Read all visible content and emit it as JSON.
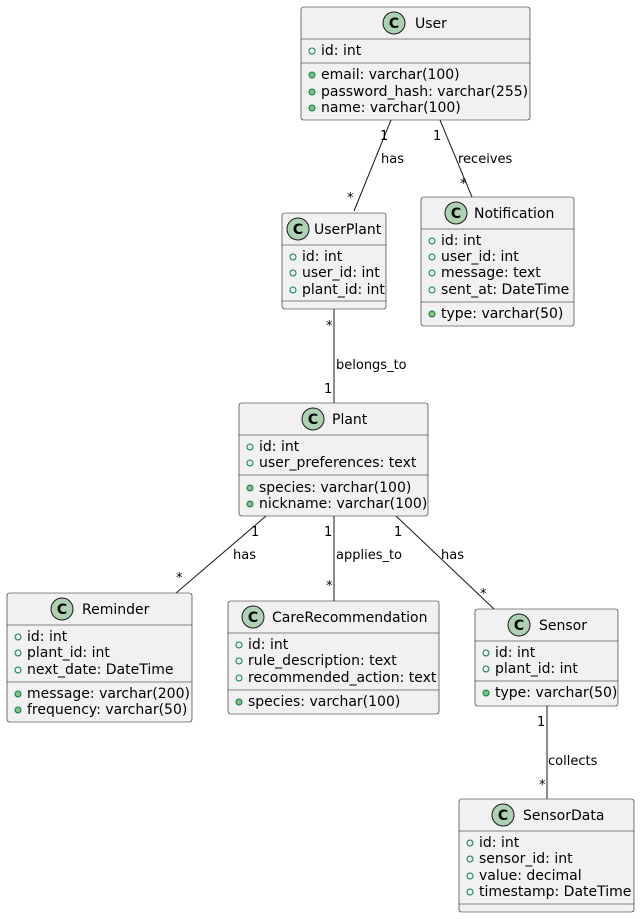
{
  "class_badge": "C",
  "classes": {
    "user": {
      "name": "User",
      "fields": [
        "id: int"
      ],
      "attributes": [
        "email: varchar(100)",
        "password_hash: varchar(255)",
        "name: varchar(100)"
      ]
    },
    "userplant": {
      "name": "UserPlant",
      "fields": [
        "id: int",
        "user_id: int",
        "plant_id: int"
      ],
      "attributes": []
    },
    "notification": {
      "name": "Notification",
      "fields": [
        "id: int",
        "user_id: int",
        "message: text",
        "sent_at: DateTime"
      ],
      "attributes": [
        "type: varchar(50)"
      ]
    },
    "plant": {
      "name": "Plant",
      "fields": [
        "id: int",
        "user_preferences: text"
      ],
      "attributes": [
        "species: varchar(100)",
        "nickname: varchar(100)"
      ]
    },
    "reminder": {
      "name": "Reminder",
      "fields": [
        "id: int",
        "plant_id: int",
        "next_date: DateTime"
      ],
      "attributes": [
        "message: varchar(200)",
        "frequency: varchar(50)"
      ]
    },
    "carerec": {
      "name": "CareRecommendation",
      "fields": [
        "id: int",
        "rule_description: text",
        "recommended_action: text"
      ],
      "attributes": [
        "species: varchar(100)"
      ]
    },
    "sensor": {
      "name": "Sensor",
      "fields": [
        "id: int",
        "plant_id: int"
      ],
      "attributes": [
        "type: varchar(50)"
      ]
    },
    "sensordata": {
      "name": "SensorData",
      "fields": [
        "id: int",
        "sensor_id: int",
        "value: decimal",
        "timestamp: DateTime"
      ],
      "attributes": []
    }
  },
  "relations": [
    {
      "from": "User",
      "to": "UserPlant",
      "label": "has",
      "from_mult": "1",
      "to_mult": "*"
    },
    {
      "from": "User",
      "to": "Notification",
      "label": "receives",
      "from_mult": "1",
      "to_mult": "*"
    },
    {
      "from": "UserPlant",
      "to": "Plant",
      "label": "belongs_to",
      "from_mult": "*",
      "to_mult": "1"
    },
    {
      "from": "Plant",
      "to": "Reminder",
      "label": "has",
      "from_mult": "1",
      "to_mult": "*"
    },
    {
      "from": "Plant",
      "to": "CareRecommendation",
      "label": "applies_to",
      "from_mult": "1",
      "to_mult": "*"
    },
    {
      "from": "Plant",
      "to": "Sensor",
      "label": "has",
      "from_mult": "1",
      "to_mult": "*"
    },
    {
      "from": "Sensor",
      "to": "SensorData",
      "label": "collects",
      "from_mult": "1",
      "to_mult": "*"
    }
  ]
}
